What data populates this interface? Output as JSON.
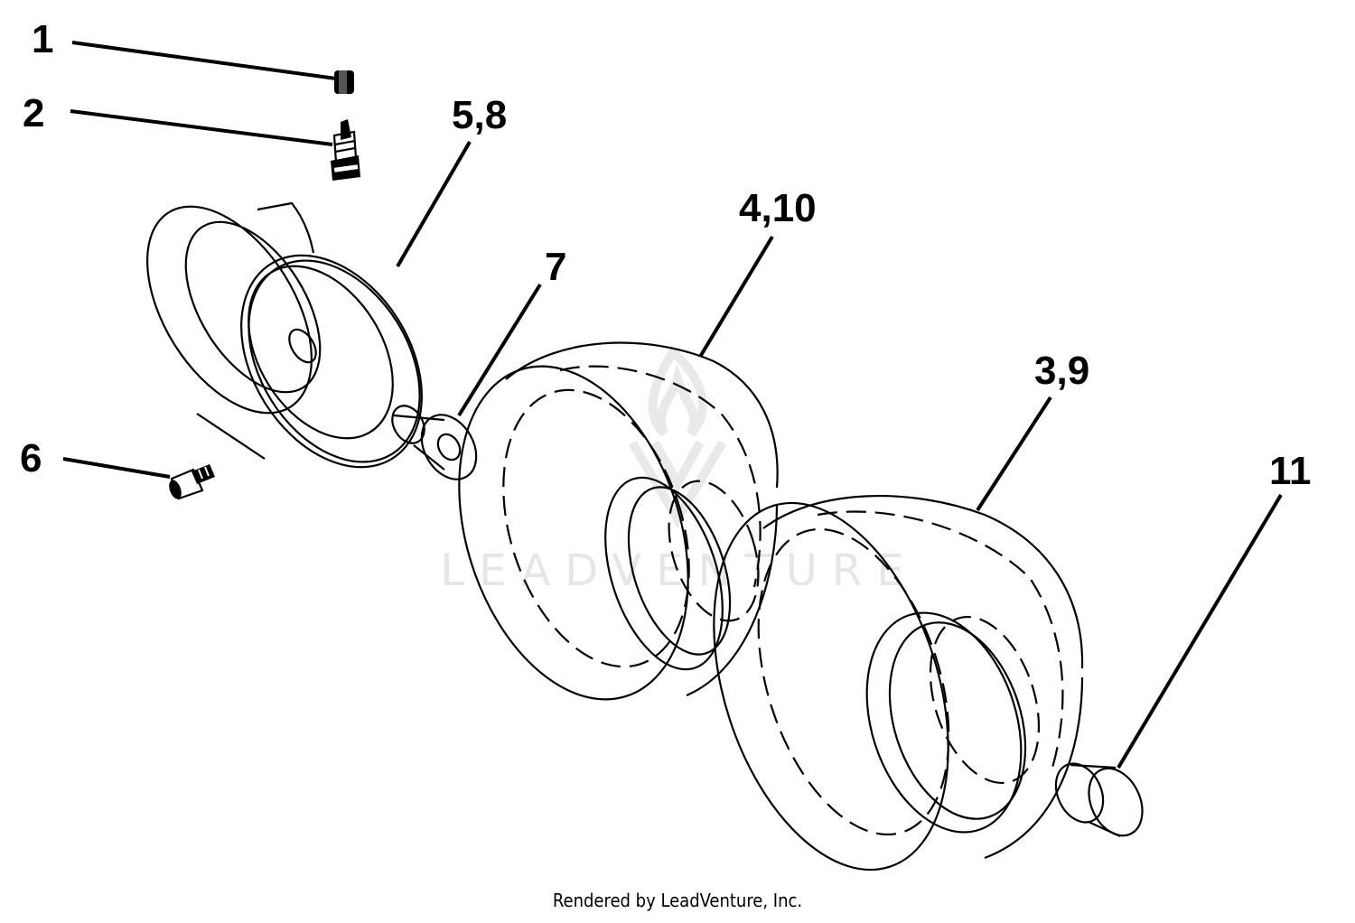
{
  "callouts": {
    "c1": "1",
    "c2": "2",
    "c58": "5,8",
    "c410": "4,10",
    "c7": "7",
    "c39": "3,9",
    "c6": "6",
    "c11": "11"
  },
  "watermark": {
    "text": "LEADVENTURE"
  },
  "footer": {
    "text": "Rendered by LeadVenture, Inc."
  },
  "colors": {
    "line": "#000000",
    "watermark": "#c8c8c8",
    "background": "#ffffff"
  }
}
